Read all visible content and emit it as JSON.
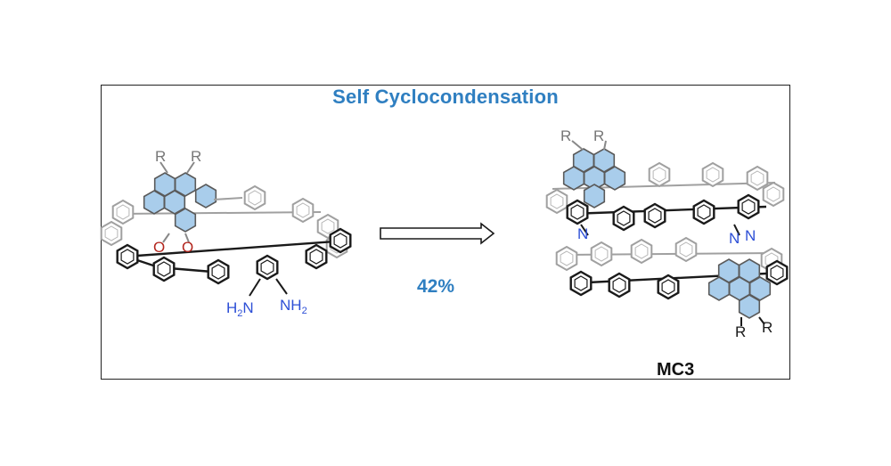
{
  "title": "Self Cyclocondensation",
  "yield": "42%",
  "product_label": "MC3",
  "reactant": {
    "substituent": "R",
    "oxygen": "O",
    "amine_left": "H",
    "amine_right": "NH",
    "amine_sub": "2"
  },
  "product": {
    "substituent": "R",
    "nitrogen": "N"
  },
  "colors": {
    "accent_blue": "#2f7fc1",
    "pyrene_fill": "#a9cdeb",
    "oxygen_red": "#b3261e",
    "amine_blue": "#2d4fd6",
    "bond_dark": "#1a1a1a",
    "bond_gray": "#9a9a9a"
  }
}
